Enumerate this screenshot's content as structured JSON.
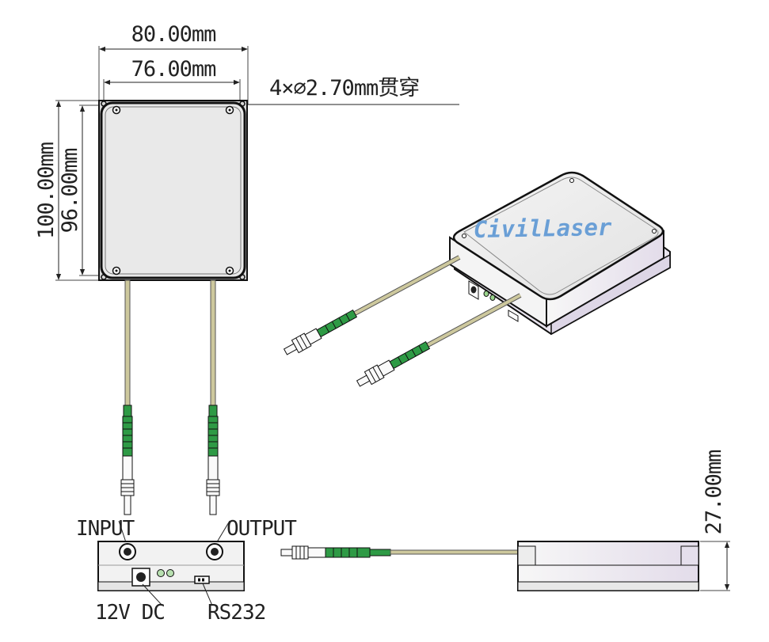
{
  "dimensions": {
    "outer_width": "80.00mm",
    "inner_width": "76.00mm",
    "holes": "4×∅2.70mm贯穿",
    "outer_height": "100.00mm",
    "inner_height": "96.00mm",
    "thickness": "27.00mm"
  },
  "labels": {
    "input": "INPUT",
    "output": "OUTPUT",
    "power": "12V DC",
    "serial": "RS232"
  },
  "brand": {
    "text": "CivilLaser",
    "color": "#6a9fd6"
  },
  "colors": {
    "fiber": "#c9c49a",
    "connector_green": "#2e9a45",
    "housing": "#ebebeb",
    "accent_lavender": "#e8e2ee"
  }
}
